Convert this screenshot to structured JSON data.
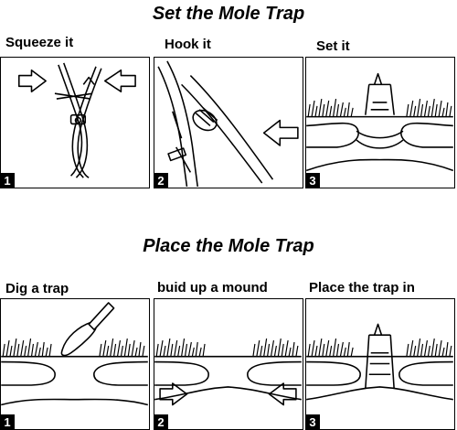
{
  "sections": [
    {
      "title": "Set the Mole Trap",
      "steps": [
        {
          "label": "Squeeze it",
          "number": "1"
        },
        {
          "label": "Hook it",
          "number": "2"
        },
        {
          "label": "Set it",
          "number": "3"
        }
      ]
    },
    {
      "title": "Place the Mole Trap",
      "steps": [
        {
          "label": "Dig a trap",
          "number": "1"
        },
        {
          "label": "buid up a mound",
          "number": "2"
        },
        {
          "label": "Place the trap in",
          "number": "3"
        }
      ]
    }
  ],
  "colors": {
    "ink": "#000000",
    "background": "#ffffff",
    "badge_bg": "#000000",
    "badge_text": "#ffffff"
  }
}
